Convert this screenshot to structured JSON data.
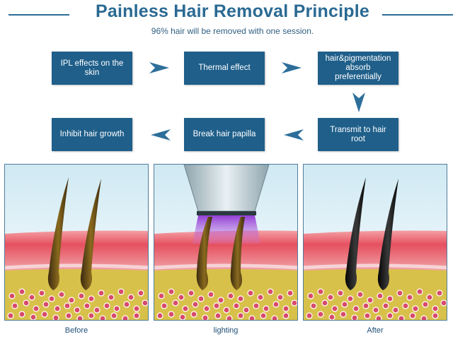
{
  "header": {
    "title": "Painless Hair Removal Principle",
    "subtitle": "96% hair will be removed with one session."
  },
  "steps": {
    "ipl": "IPL effects on the skin",
    "thermal": "Thermal effect",
    "absorb": "hair&pigmentation absorb preferentially",
    "transmit": "Transmit to hair root",
    "papilla": "Break hair papilla",
    "inhibit": "Inhibit hair growth"
  },
  "panels": {
    "before": "Before",
    "lighting": "lighting",
    "after": "After"
  },
  "colors": {
    "brand_blue": "#1f5f8a",
    "arrow_blue": "#2d6f9a",
    "skin_pink": "#e25564",
    "tissue_yellow": "#d8c14a",
    "blood_cell": "#d84a6a"
  }
}
